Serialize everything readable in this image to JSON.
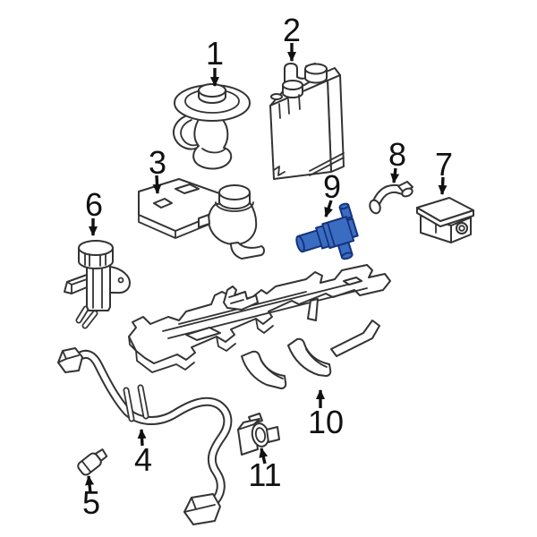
{
  "figure": {
    "kind": "exploded-parts-line-diagram",
    "background_color": "#ffffff",
    "line_color": "#333333",
    "label_color": "#111111",
    "highlighted_part_number": "9",
    "highlight_fill": "#3a6dc2",
    "highlight_stroke": "#15337c"
  },
  "parts": [
    {
      "number": "1",
      "highlighted": false
    },
    {
      "number": "2",
      "highlighted": false
    },
    {
      "number": "3",
      "highlighted": false
    },
    {
      "number": "4",
      "highlighted": false
    },
    {
      "number": "5",
      "highlighted": false
    },
    {
      "number": "6",
      "highlighted": false
    },
    {
      "number": "7",
      "highlighted": false
    },
    {
      "number": "8",
      "highlighted": false
    },
    {
      "number": "9",
      "highlighted": true
    },
    {
      "number": "10",
      "highlighted": false
    },
    {
      "number": "11",
      "highlighted": false
    }
  ]
}
